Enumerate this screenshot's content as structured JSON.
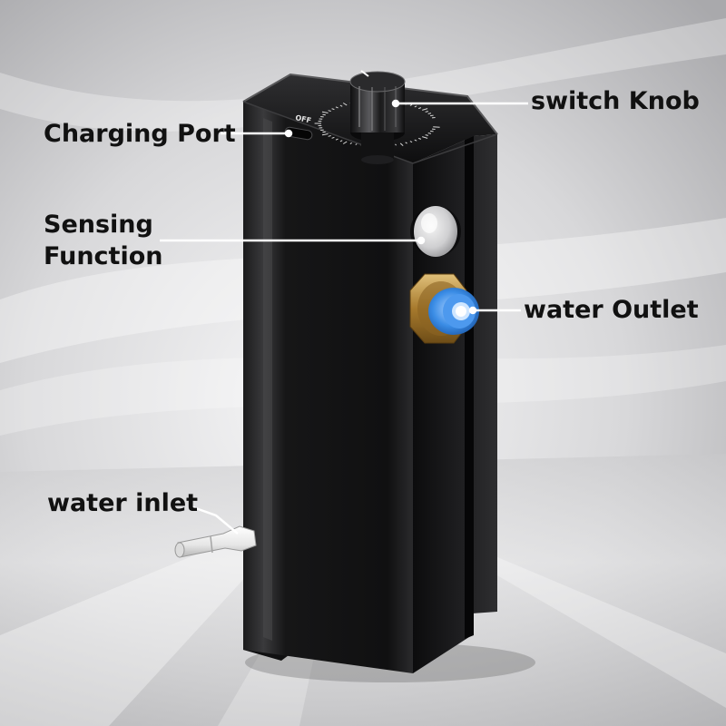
{
  "image": {
    "type": "product-photo",
    "subject": "black handheld water pump device",
    "background": "light gray abstract swirl",
    "accent_colors": {
      "device_body": "#141414",
      "outlet_fitting": "#3b8de6",
      "brass_nut": "#b88a3a",
      "label_text": "#111111",
      "callout_line": "#ffffff"
    }
  },
  "callouts": {
    "charging_port": "Charging Port",
    "sensing_function_line1": "Sensing",
    "sensing_function_line2": "Function",
    "switch_knob": "switch Knob",
    "water_outlet": "water Outlet",
    "water_inlet": "water inlet"
  },
  "device_marks": {
    "off": "OFF"
  }
}
